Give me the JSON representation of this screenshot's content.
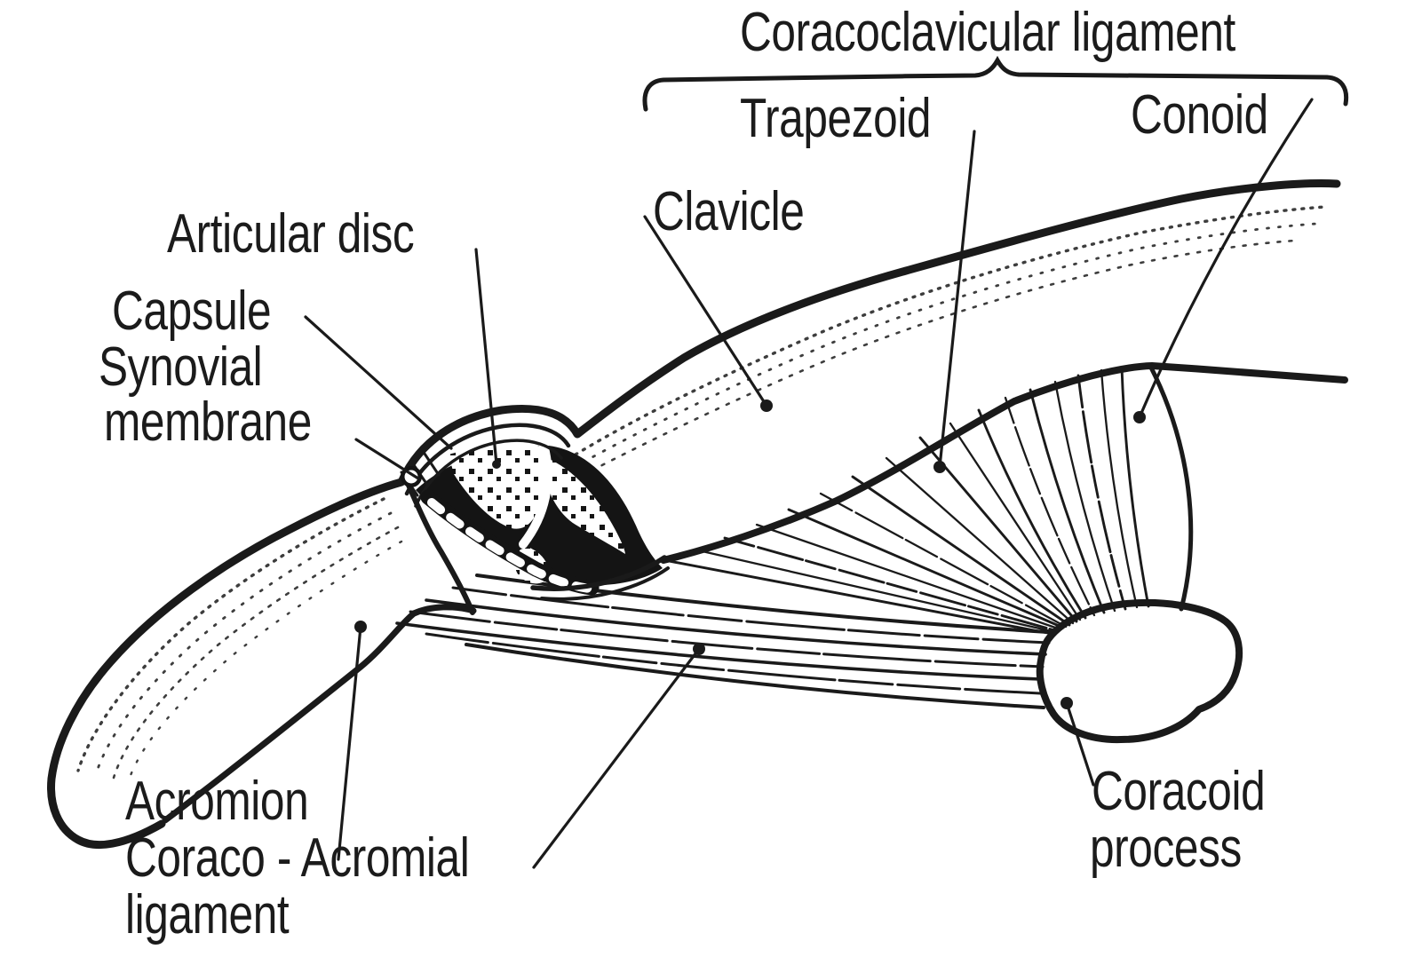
{
  "figure": {
    "background": "#ffffff",
    "ink": "#1a1a1a",
    "stipple": "#3d3d3d",
    "labels": {
      "coracoclavicular": "Coracoclavicular ligament",
      "trapezoid": "Trapezoid",
      "conoid": "Conoid",
      "clavicle": "Clavicle",
      "articular_disc": "Articular disc",
      "capsule": "Capsule",
      "synovial_line1": "Synovial",
      "synovial_line2": "membrane",
      "acromion": "Acromion",
      "coraco_acromial_line1": "Coraco - Acromial",
      "coraco_acromial_line2": "ligament",
      "coracoid_line1": "Coracoid",
      "coracoid_line2": "process"
    }
  }
}
